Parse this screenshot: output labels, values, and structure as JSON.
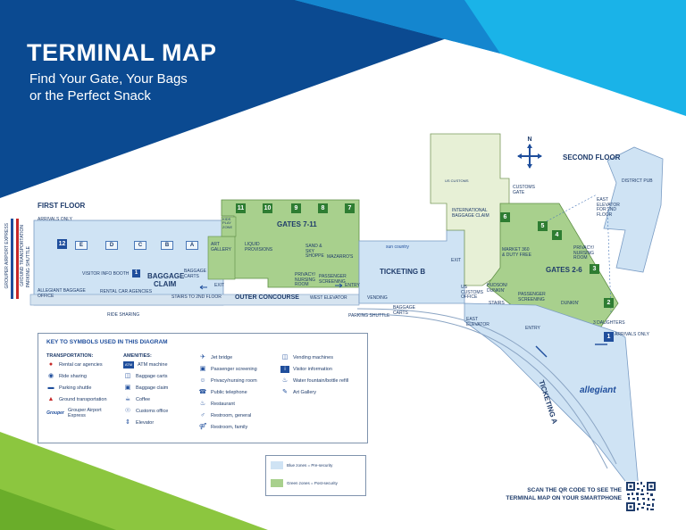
{
  "header": {
    "title": "TERMINAL MAP",
    "subtitle_line1": "Find Your Gate, Your Bags",
    "subtitle_line2": "or the Perfect Snack"
  },
  "colors": {
    "header_dark": "#0b4a91",
    "header_light": "#1ab3e8",
    "presecurity": "#cfe3f4",
    "postsecurity": "#a8d08d",
    "walkway": "#d6e4f0",
    "accent_green": "#8cc63f",
    "gate_green": "#2e7d32"
  },
  "floors": {
    "first": "FIRST FLOOR",
    "second": "SECOND FLOOR"
  },
  "compass_label": "N",
  "map_labels": {
    "arrivals_only_left": "ARRIVALS ONLY",
    "arrivals_only_right": "ARRIVALS ONLY",
    "visitor_info_booth": "VISITOR INFO BOOTH",
    "baggage_claim_line1": "BAGGAGE",
    "baggage_claim_line2": "CLAIM",
    "baggage_carts": "BAGGAGE CARTS",
    "baggage_carts_2": "BAGGAGE CARTS",
    "allegiant_baggage_office": "ALLEGIANT BAGGAGE OFFICE",
    "rental_car_agencies": "RENTAL CAR AGENCIES",
    "ride_sharing": "RIDE SHARING",
    "parking_shuttle": "PARKING SHUTTLE",
    "stairs_2nd_floor": "STAIRS TO 2ND FLOOR",
    "outer_concourse": "OUTER CONCOURSE",
    "west_elevator": "WEST ELEVATOR",
    "vending": "VENDING",
    "exit_1": "EXIT",
    "exit_2": "EXIT",
    "entry_1": "ENTRY",
    "entry_2": "ENTRY",
    "art_gallery": "ART GALLERY",
    "kids_play_zone": "KIDS PLAY ZONE",
    "liquid_provisions": "LIQUID PROVISIONS",
    "gates_7_11": "GATES 7-11",
    "sand_sky_shoppe": "SAND & SKY SHOPPE",
    "mazarro": "MAZARRO'S",
    "privacy_nursing_room_1": "PRIVACY/ NURSING ROOM",
    "passenger_screening_1": "PASSENGER SCREENING",
    "sun_country": "sun country",
    "ticketing_b": "TICKETING B",
    "us_customs_top": "US CUSTOMS",
    "international_baggage_claim": "INTERNATIONAL BAGGAGE CLAIM",
    "customs_gate": "CUSTOMS GATE",
    "us_customs_office": "US CUSTOMS OFFICE",
    "hudson_dunkin": "HUDSON/ DUNKIN'",
    "stairs": "STAIRS",
    "east_elevator_bottom": "EAST ELEVATOR",
    "market_dutyfree": "MARKET 360 & DUTY FREE",
    "gates_2_6": "GATES 2-6",
    "privacy_nursing_room_2": "PRIVACY/ NURSING ROOM",
    "passenger_screening_2": "PASSENGER SCREENING",
    "dunkin": "DUNKIN'",
    "three_daughters": "3 DAUGHTERS",
    "east_elevator_2nd": "EAST ELEVATOR FOR 2ND FLOOR",
    "district_pub": "DISTRICT PUB",
    "ticketing_a": "TICKETING A",
    "allegiant": "allegiant",
    "side_grouper": "GROUPER AIRPORT EXPRESS",
    "side_ground": "GROUND TRANSPORTATION",
    "side_parking": "PARKING SHUTTLE"
  },
  "carousels": [
    "E",
    "D",
    "C",
    "B",
    "A"
  ],
  "gates_left": [
    "11",
    "10",
    "9",
    "8",
    "7"
  ],
  "gates_right": [
    "6",
    "5",
    "4",
    "3",
    "2"
  ],
  "gate_arrivals": "1",
  "carousel_12": "12",
  "booth_number": "1",
  "key": {
    "title": "KEY TO SYMBOLS USED IN THIS DIAGRAM",
    "transportation_heading": "TRANSPORTATION:",
    "transportation": [
      {
        "icon": "car-icon",
        "label": "Rental car agencies"
      },
      {
        "icon": "rideshare-icon",
        "label": "Ride sharing"
      },
      {
        "icon": "bus-icon",
        "label": "Parking shuttle"
      },
      {
        "icon": "taxi-icon",
        "label": "Ground transportation"
      },
      {
        "icon": "grouper-icon",
        "label": "Grouper Airport Express"
      }
    ],
    "grouper_logo": "Grouper",
    "amenities_heading": "AMENITIES:",
    "amenities": [
      {
        "icon": "atm-icon",
        "label": "ATM machine"
      },
      {
        "icon": "cart-icon",
        "label": "Baggage carts"
      },
      {
        "icon": "bag-icon",
        "label": "Baggage claim"
      },
      {
        "icon": "coffee-icon",
        "label": "Coffee"
      },
      {
        "icon": "customs-icon",
        "label": "Customs office"
      },
      {
        "icon": "elevator-icon",
        "label": "Elevator"
      }
    ],
    "atm_glyph": "ATM",
    "col3": [
      {
        "icon": "jetbridge-icon",
        "label": "Jet bridge"
      },
      {
        "icon": "screening-icon",
        "label": "Passenger screening"
      },
      {
        "icon": "nursing-icon",
        "label": "Privacy/nursing room"
      },
      {
        "icon": "phone-icon",
        "label": "Public telephone"
      },
      {
        "icon": "restaurant-icon",
        "label": "Restaurant"
      },
      {
        "icon": "restroom-icon",
        "label": "Restroom, general"
      },
      {
        "icon": "family-restroom-icon",
        "label": "Restroom, family"
      }
    ],
    "col4": [
      {
        "icon": "vending-icon",
        "label": "Vending machines"
      },
      {
        "icon": "info-icon",
        "label": "Visitor information"
      },
      {
        "icon": "fountain-icon",
        "label": "Water fountain/bottle refill"
      },
      {
        "icon": "art-icon",
        "label": "Art Gallery"
      }
    ]
  },
  "legend": {
    "blue": "Blue zones = Pre-security",
    "green": "Green zones = Post-security"
  },
  "qr": {
    "line1": "SCAN THE QR CODE TO SEE THE",
    "line2": "TERMINAL MAP ON YOUR SMARTPHONE"
  }
}
